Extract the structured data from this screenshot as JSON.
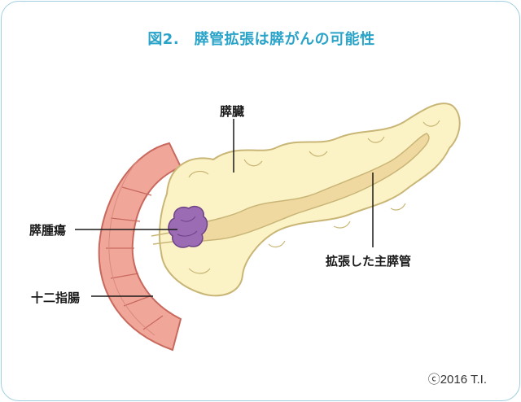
{
  "figure": {
    "title": "図2.　膵管拡張は膵がんの可能性",
    "copyright": "ⓒ2016 T.I."
  },
  "labels": {
    "pancreas": "膵臓",
    "tumor": "膵腫瘍",
    "duodenum": "十二指腸",
    "dilated_duct": "拡張した主膵管"
  },
  "colors": {
    "frame": "#9fcfe0",
    "title": "#2aa3c9",
    "pancreas_fill": "#fbf3c6",
    "pancreas_stroke": "#c9b677",
    "duct_fill": "#f0d9a0",
    "duodenum_fill": "#f0a79a",
    "duodenum_stroke": "#c9695e",
    "tumor_fill": "#9b6bb3"
  }
}
